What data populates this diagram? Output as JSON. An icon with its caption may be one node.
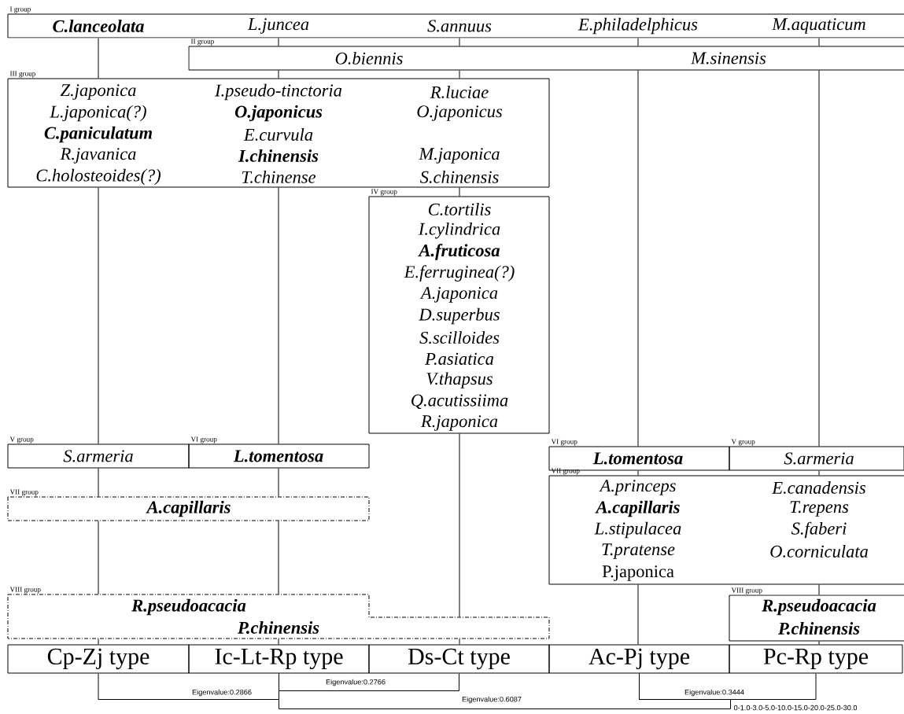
{
  "diagram": {
    "nodes": [
      {
        "text": [
          "I group",
          "C.lanceolata",
          "L.juncea",
          "S.annuus",
          "E.philadelphicus",
          "M.aquaticum"
        ]
      },
      {
        "text": [
          "II group",
          "O.biennis",
          "M.sinensis"
        ]
      },
      {
        "text": [
          "III group",
          "Z.japonica",
          "I.pseudo-tinctoria",
          "R.luciae",
          "L.japonica(?)",
          "O.japonicus",
          "O.japonicus",
          "C.paniculatum",
          "E.curvula",
          "R.javanica",
          "I.chinensis",
          "M.japonica",
          "C.holosteoides(?)",
          "T.chinense",
          "S.chinensis"
        ]
      },
      {
        "text": [
          "IV group",
          "C.tortilis",
          "I.cylindrica",
          "A.fruticosa",
          "E.ferruginea(?)",
          "A.japonica",
          "D.superbus",
          "S.scilloides",
          "P.asiatica",
          "V.thapsus",
          "Q.acutissiima",
          "R.japonica"
        ]
      },
      {
        "text": [
          "V group",
          "S.armeria"
        ]
      },
      {
        "text": [
          "VI group",
          "L.tomentosa"
        ]
      },
      {
        "text": [
          "VI group",
          "L.tomentosa"
        ]
      },
      {
        "text": [
          "V group",
          "S.armeria"
        ]
      },
      {
        "text": [
          "VII group",
          "A.capillaris"
        ]
      },
      {
        "text": [
          "VII group",
          "A.princeps",
          "E.canadensis",
          "A.capillaris",
          "T.repens",
          "L.stipulacea",
          "S.faberi",
          "T.pratense",
          "O.corniculata",
          "P.japonica"
        ]
      },
      {
        "text": [
          "VIII group",
          "R.pseudoacacia",
          "P.chinensis"
        ]
      },
      {
        "text": [
          "VIII group",
          "R.pseudoacacia",
          "P.chinensis"
        ]
      },
      {
        "text": [
          "Cp-Zj type"
        ]
      },
      {
        "text": [
          "Ic-Lt-Rp type"
        ]
      },
      {
        "text": [
          "Ds-Ct type"
        ]
      },
      {
        "text": [
          "Ac-Pj type"
        ]
      },
      {
        "text": [
          "Pc-Rp type"
        ]
      }
    ],
    "edges": [
      {
        "from": 0,
        "to": 2,
        "arrow": "none"
      },
      {
        "from": 0,
        "to": 1,
        "arrow": "none"
      },
      {
        "from": 0,
        "to": 1,
        "arrow": "none"
      },
      {
        "from": 0,
        "to": 1,
        "arrow": "none"
      },
      {
        "from": 0,
        "to": 1,
        "arrow": "none"
      },
      {
        "from": 1,
        "to": 2,
        "arrow": "none"
      },
      {
        "from": 1,
        "to": 2,
        "arrow": "none"
      },
      {
        "from": 1,
        "to": 6,
        "arrow": "none"
      },
      {
        "from": 1,
        "to": 7,
        "arrow": "none"
      },
      {
        "from": 2,
        "to": 3,
        "arrow": "none"
      },
      {
        "from": 2,
        "to": 4,
        "arrow": "none"
      },
      {
        "from": 2,
        "to": 5,
        "arrow": "none"
      },
      {
        "from": 6,
        "to": 9,
        "arrow": "none"
      },
      {
        "from": 7,
        "to": 9,
        "arrow": "none"
      },
      {
        "from": 4,
        "to": 8,
        "arrow": "none"
      },
      {
        "from": 5,
        "to": 8,
        "arrow": "none"
      },
      {
        "from": 3,
        "to": 10,
        "arrow": "none"
      },
      {
        "from": 8,
        "to": 10,
        "arrow": "none"
      },
      {
        "from": 8,
        "to": 10,
        "arrow": "none"
      },
      {
        "from": 9,
        "to": 11,
        "arrow": "none"
      },
      {
        "from": 9,
        "to": 15,
        "arrow": "none"
      },
      {
        "from": 10,
        "to": 12,
        "arrow": "none"
      },
      {
        "from": 10,
        "to": 13,
        "arrow": "none"
      },
      {
        "from": 10,
        "to": 14,
        "arrow": "none"
      },
      {
        "from": 11,
        "to": 16,
        "arrow": "none"
      },
      {
        "from": 12,
        "to": 13,
        "arrow": "none",
        "label": "Eigenvalue:0.2866"
      },
      {
        "from": 13,
        "to": 14,
        "arrow": "none",
        "label": "Eigenvalue:0.2766"
      },
      {
        "from": 15,
        "to": 16,
        "arrow": "none",
        "label": "Eigenvalue:0.3444"
      },
      {
        "from": 13,
        "to": 15,
        "arrow": "none",
        "label": "Eigenvalue:0.6087"
      }
    ],
    "labels": [
      "0-1.0-3.0-5.0-10.0-15.0-20.0-25.0-30.0"
    ]
  }
}
